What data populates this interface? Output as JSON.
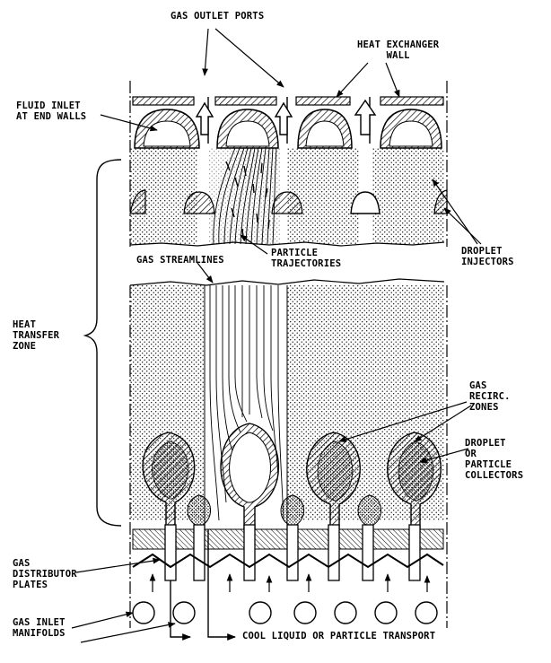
{
  "labels": {
    "gas_outlet_ports": [
      "GAS OUTLET PORTS"
    ],
    "heat_exchanger_wall": [
      "HEAT EXCHANGER",
      "WALL"
    ],
    "fluid_inlet": [
      "FLUID INLET",
      "AT END WALLS"
    ],
    "droplet_injectors": [
      "DROPLET",
      "INJECTORS"
    ],
    "gas_streamlines": [
      "GAS STREAMLINES"
    ],
    "particle_trajectories": [
      "PARTICLE",
      "TRAJECTORIES"
    ],
    "heat_transfer_zone": [
      "HEAT",
      "TRANSFER",
      "ZONE"
    ],
    "gas_recirc_zones": [
      "GAS",
      "RECIRC.",
      "ZONES"
    ],
    "droplet_collectors": [
      "DROPLET",
      "OR",
      "PARTICLE",
      "COLLECTORS"
    ],
    "gas_distributor_plates": [
      "GAS",
      "DISTRIBUTOR",
      "PLATES"
    ],
    "gas_inlet_manifolds": [
      "GAS INLET",
      "MANIFOLDS"
    ],
    "cool_liquid": [
      "COOL LIQUID OR PARTICLE TRANSPORT"
    ]
  },
  "colors": {
    "ink": "#000000",
    "paper": "#ffffff"
  }
}
